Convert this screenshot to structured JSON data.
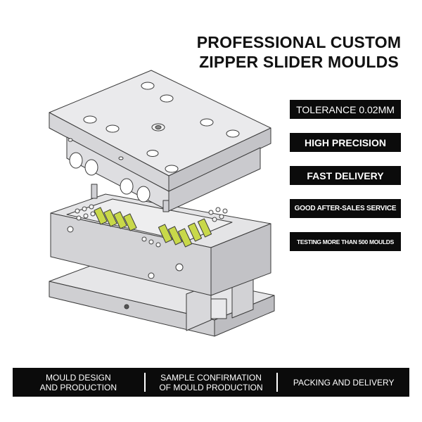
{
  "title": {
    "line1": "PROFESSIONAL CUSTOM",
    "line2": "ZIPPER SLIDER MOULDS"
  },
  "badges": [
    "TOLERANCE 0.02MM",
    "HIGH PRECISION",
    "FAST DELIVERY",
    "GOOD AFTER-SALES SERVICE",
    "TESTING MORE THAN 500 MOULDS"
  ],
  "process_steps": [
    {
      "line1": "MOULD DESIGN",
      "line2": "AND PRODUCTION"
    },
    {
      "line1": "SAMPLE CONFIRMATION",
      "line2": "OF MOULD PRODUCTION"
    },
    {
      "line1": "PACKING AND DELIVERY",
      "line2": ""
    }
  ],
  "colors": {
    "badge_background": "#0b0b0b",
    "badge_text": "#ffffff",
    "title_text": "#111111",
    "mould_steel": "#dcdcde",
    "cavity_insert": "#c8d84a"
  }
}
